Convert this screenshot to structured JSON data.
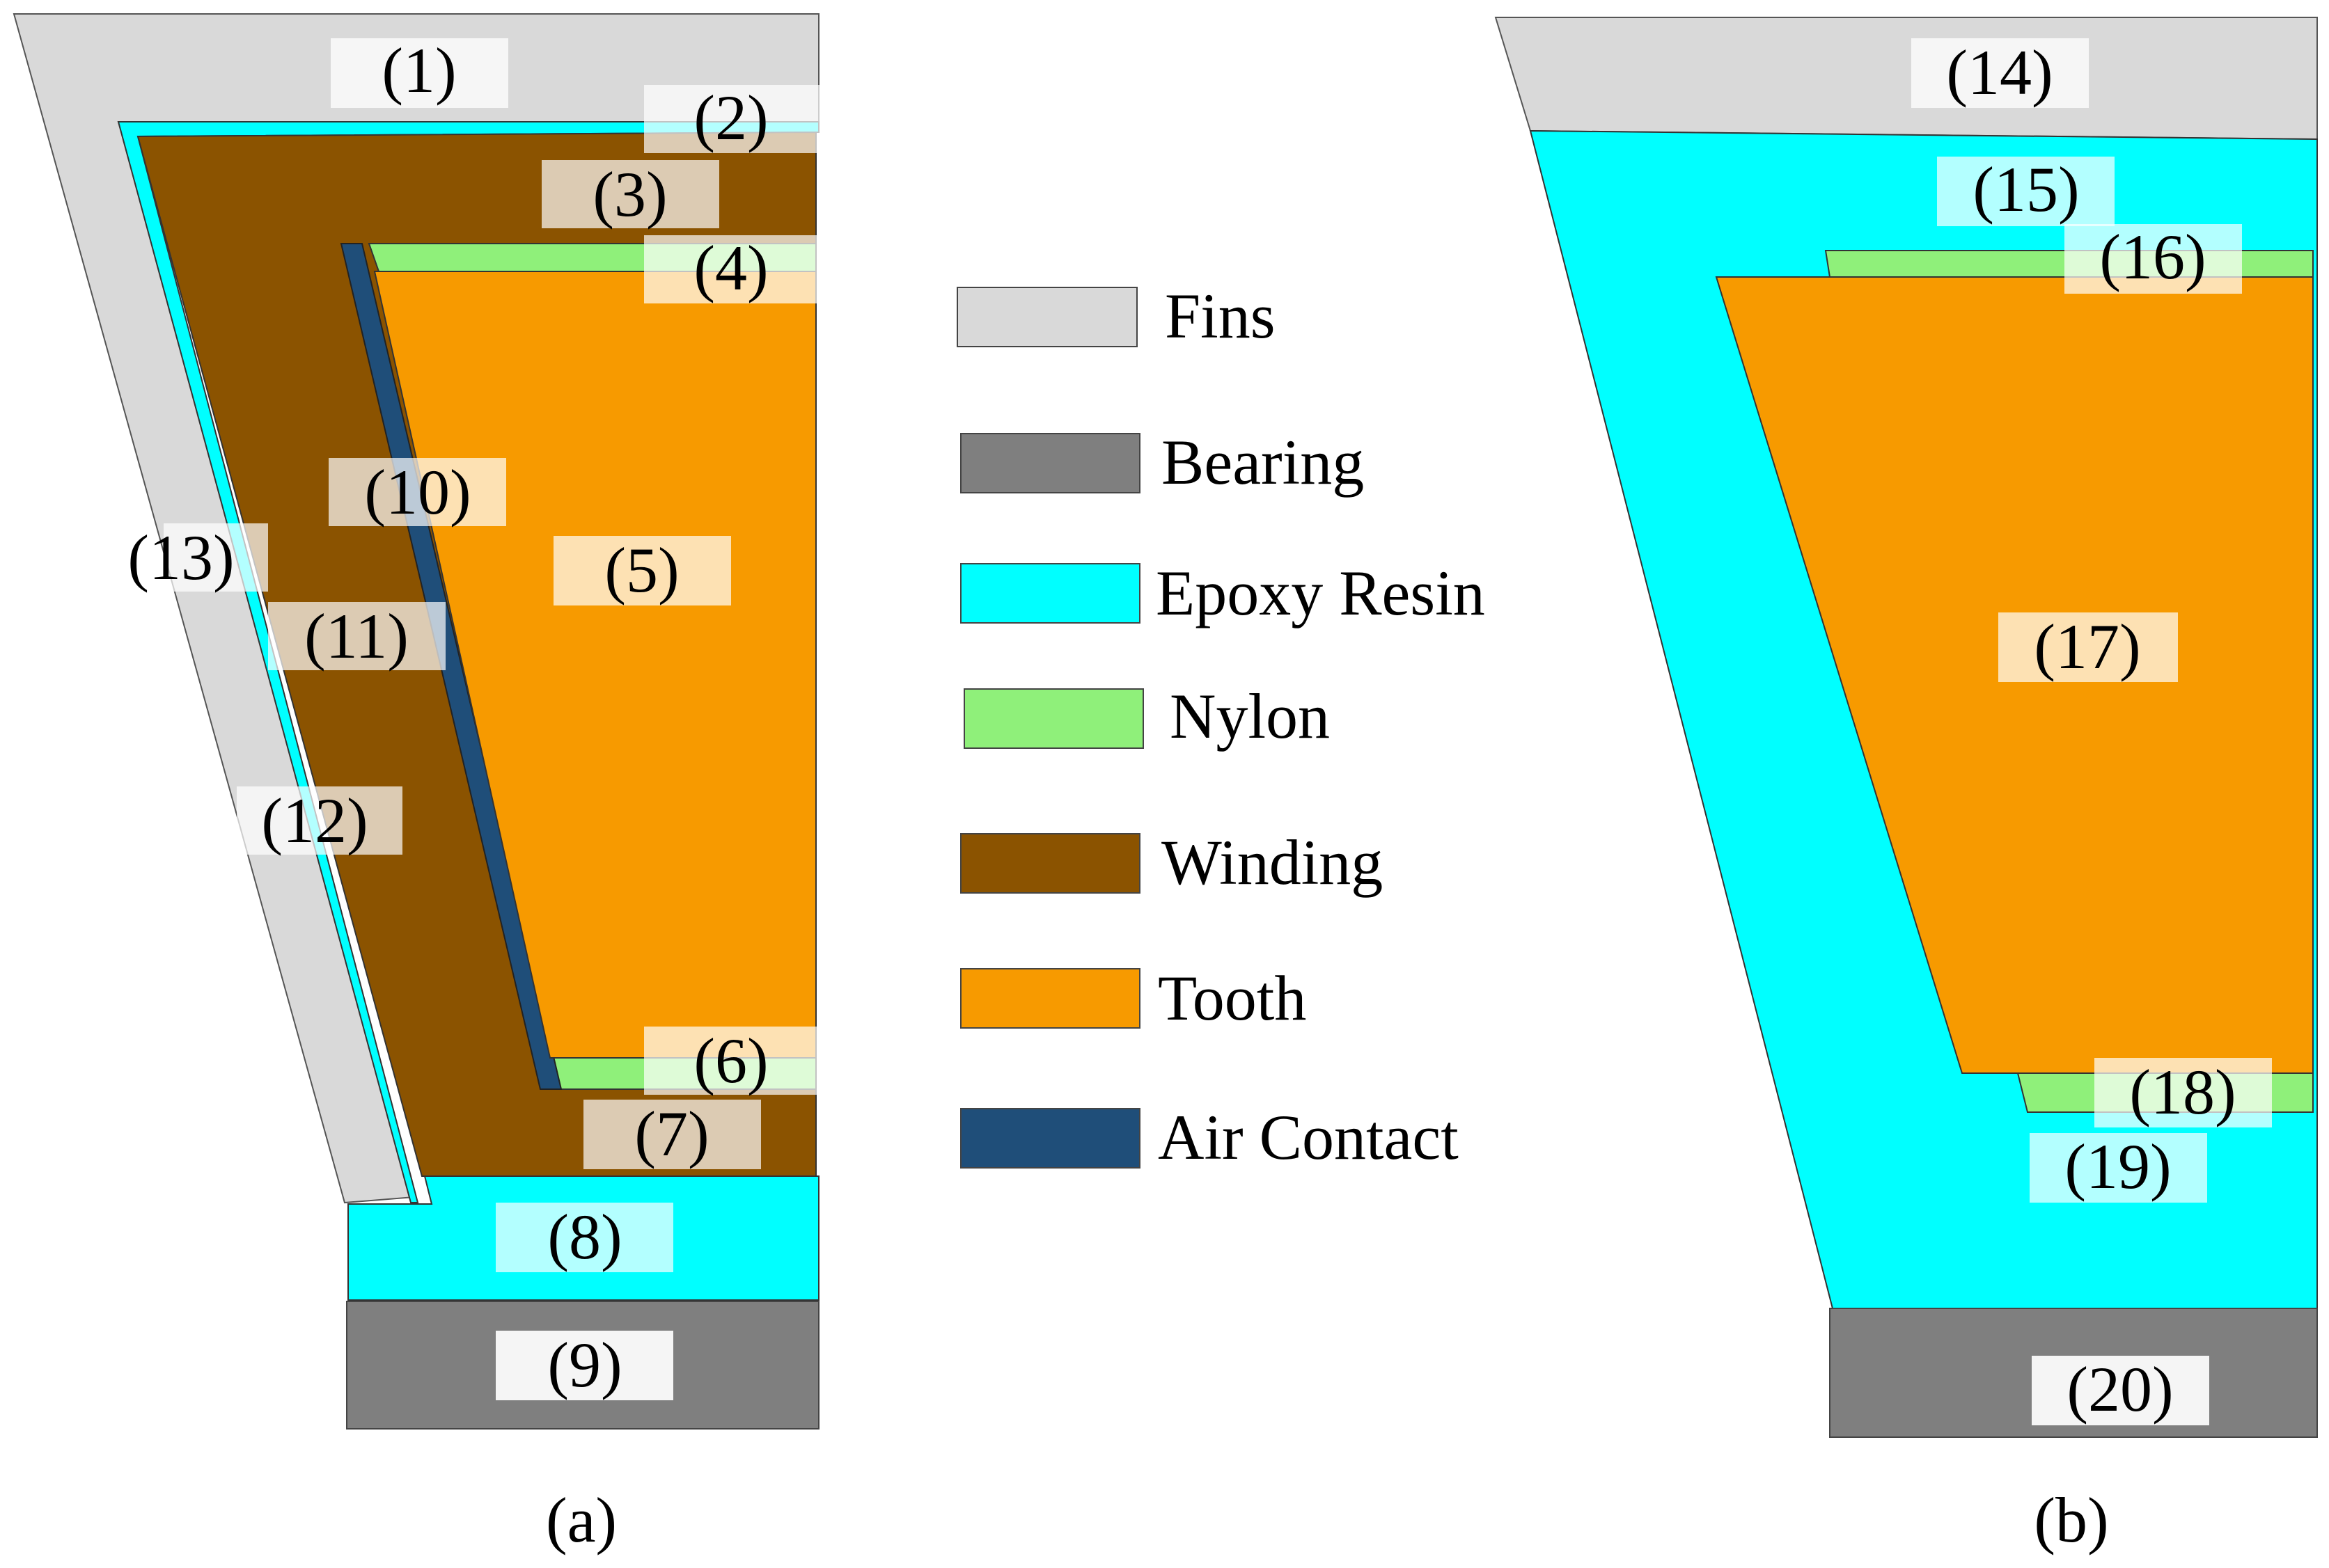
{
  "colors": {
    "fins": "#d9d9d9",
    "bearing": "#7f7f7f",
    "epoxy": "#00ffff",
    "nylon": "#8ff07a",
    "winding": "#8b5300",
    "tooth": "#f79a00",
    "air": "#1f4e79"
  },
  "legend": [
    {
      "key": "fins",
      "label": "Fins"
    },
    {
      "key": "bearing",
      "label": "Bearing"
    },
    {
      "key": "epoxy",
      "label": "Epoxy Resin"
    },
    {
      "key": "nylon",
      "label": "Nylon"
    },
    {
      "key": "winding",
      "label": "Winding"
    },
    {
      "key": "tooth",
      "label": "Tooth"
    },
    {
      "key": "air",
      "label": "Air Contact"
    }
  ],
  "panel_a": {
    "caption": "(a)",
    "labels": [
      "(1)",
      "(2)",
      "(3)",
      "(4)",
      "(5)",
      "(6)",
      "(7)",
      "(8)",
      "(9)",
      "(10)",
      "(11)",
      "(12)",
      "(13)"
    ]
  },
  "panel_b": {
    "caption": "(b)",
    "labels": [
      "(14)",
      "(15)",
      "(16)",
      "(17)",
      "(18)",
      "(19)",
      "(20)"
    ]
  }
}
